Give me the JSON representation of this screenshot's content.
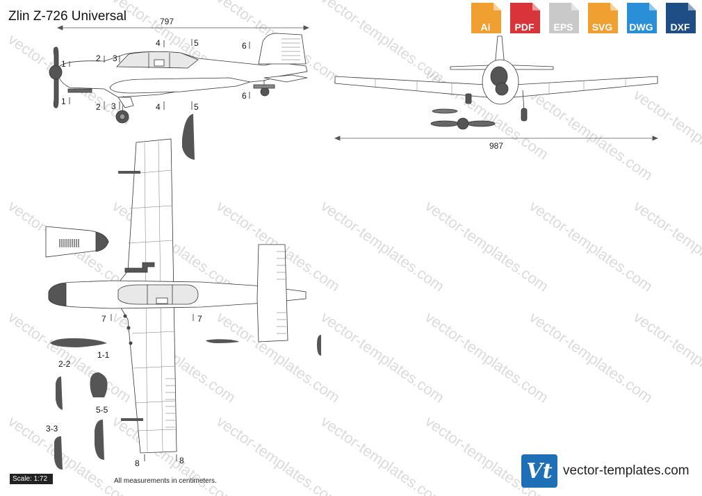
{
  "title": "Zlin Z-726 Universal",
  "formats": [
    {
      "label": "Ai",
      "color": "#f0a030"
    },
    {
      "label": "PDF",
      "color": "#d9343a"
    },
    {
      "label": "EPS",
      "color": "#c9c9c9"
    },
    {
      "label": "SVG",
      "color": "#f0a030"
    },
    {
      "label": "DWG",
      "color": "#2a8fd6"
    },
    {
      "label": "DXF",
      "color": "#1f4e86"
    }
  ],
  "dimensions": {
    "length": "797",
    "wingspan": "987"
  },
  "section_marks": {
    "s1": "1",
    "s2": "2",
    "s3": "3",
    "s4": "4",
    "s5": "5",
    "s6": "6",
    "s7": "7",
    "s8": "8"
  },
  "section_labels": {
    "s11": "1-1",
    "s22": "2-2",
    "s33": "3-3",
    "s55": "5-5"
  },
  "watermark": "vector-templates.com",
  "scale": "Scale: 1:72",
  "note": "All measurements in centimeters.",
  "brand": {
    "logo": "Vt",
    "name": "vector-templates.com"
  }
}
